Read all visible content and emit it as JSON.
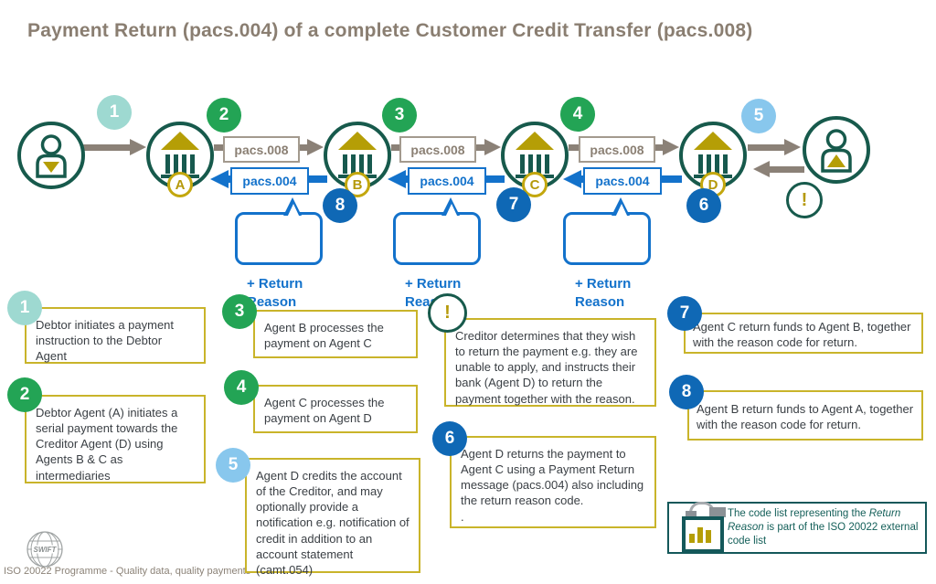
{
  "title": "Payment Return (pacs.004) of a complete Customer Credit Transfer (pacs.008)",
  "flow": {
    "forward_message": "pacs.008",
    "return_message": "pacs.004",
    "agents": [
      "A",
      "B",
      "C",
      "D"
    ],
    "badges": {
      "b1": "1",
      "b2": "2",
      "b3": "3",
      "b4": "4",
      "b5": "5",
      "b6": "6",
      "b7": "7",
      "b8": "8",
      "alert": "!"
    },
    "return_reason_bubble": "+ Return\nReason"
  },
  "steps": [
    {
      "num": "1",
      "text": "Debtor initiates a payment instruction to the Debtor Agent"
    },
    {
      "num": "2",
      "text": "Debtor Agent (A) initiates a serial payment towards the Creditor Agent (D) using Agents B & C as intermediaries"
    },
    {
      "num": "3",
      "text": "Agent B processes the payment on Agent C"
    },
    {
      "num": "4",
      "text": "Agent C processes the payment on Agent D"
    },
    {
      "num": "5",
      "text": "Agent D credits the account of the Creditor, and may optionally provide a notification e.g. notification of credit in addition to an account statement (camt.054)"
    },
    {
      "num": "!",
      "text": "Creditor determines that they wish to return the payment e.g. they are unable to apply, and instructs their bank (Agent D) to return the payment together with the reason."
    },
    {
      "num": "6",
      "text": "Agent D returns the payment to Agent C using a Payment Return message (pacs.004) also including the return reason code.\n."
    },
    {
      "num": "7",
      "text": "Agent C return funds to Agent B, together with the reason code for return."
    },
    {
      "num": "8",
      "text": "Agent B return funds to Agent A, together with the reason code for return."
    }
  ],
  "code_note": {
    "pre": "The code list representing the ",
    "italic": "Return Reason",
    "post": " is part of the ISO 20022 external code list"
  },
  "footer": {
    "logo_text": "SWIFT",
    "text": "ISO 20022 Programme - Quality data, quality payments"
  },
  "colors": {
    "title_gray_brown": "#8a7e71",
    "dark_green": "#175a4c",
    "gold": "#b59e06",
    "green_badge": "#23a455",
    "teal_badge": "#9ed9d1",
    "light_blue_badge": "#88c7ed",
    "dark_blue_badge": "#0f68b5",
    "blue_arrow": "#1372cb",
    "gray_arrow": "#8b8177",
    "note_border_gold": "#c9b42a",
    "code_note_teal": "#14585a"
  }
}
